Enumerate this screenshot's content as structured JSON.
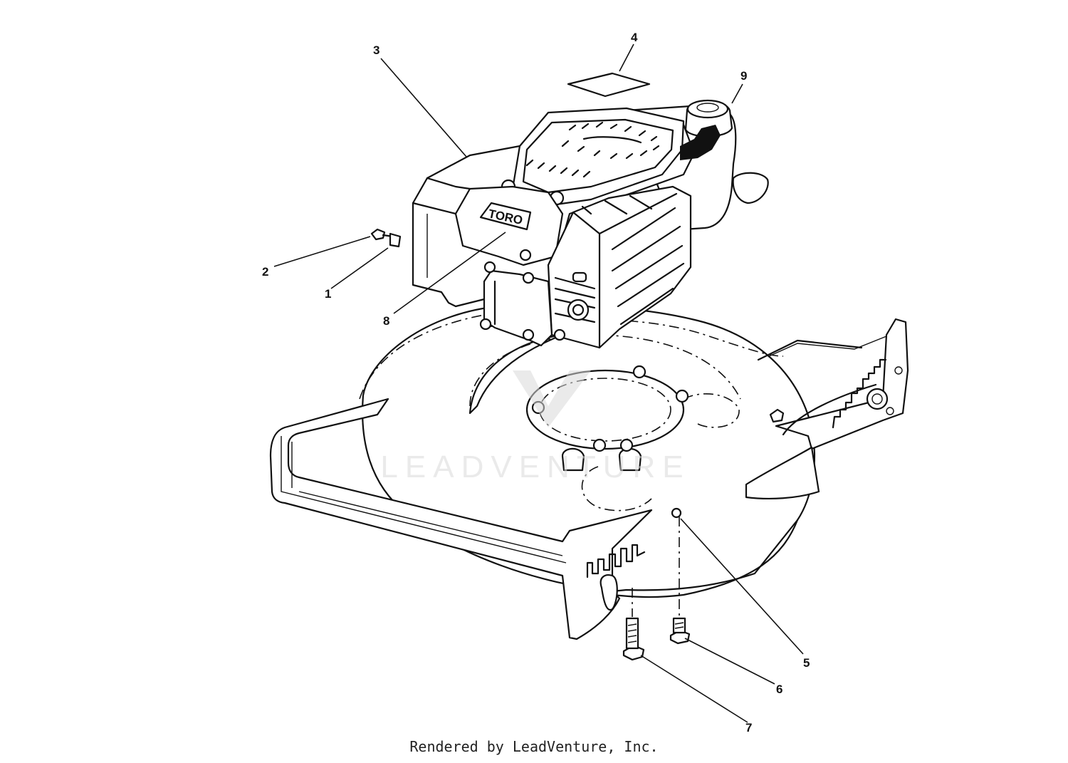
{
  "callouts": [
    {
      "id": "1",
      "label": "1"
    },
    {
      "id": "2",
      "label": "2"
    },
    {
      "id": "3",
      "label": "3"
    },
    {
      "id": "4",
      "label": "4"
    },
    {
      "id": "5",
      "label": "5"
    },
    {
      "id": "6",
      "label": "6"
    },
    {
      "id": "7",
      "label": "7"
    },
    {
      "id": "8",
      "label": "8"
    },
    {
      "id": "9",
      "label": "9"
    }
  ],
  "engine_logo_text": "TORO",
  "watermark_text": "LEADVENTURE",
  "footer_text": "Rendered by LeadVenture, Inc."
}
